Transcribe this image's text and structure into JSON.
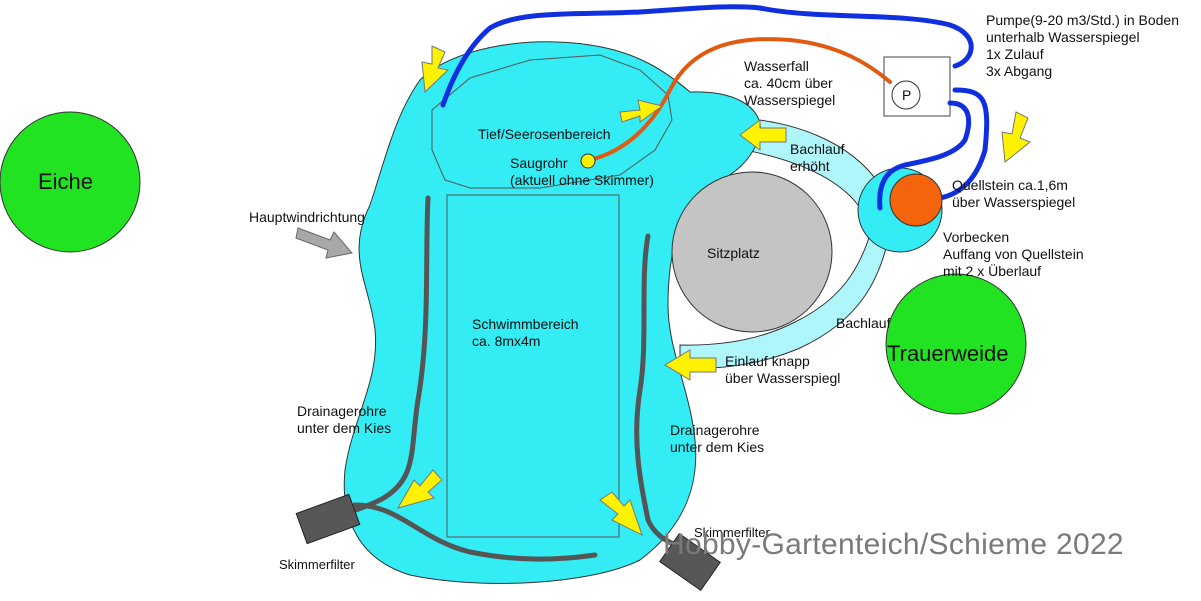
{
  "labels": {
    "eiche": "Eiche",
    "trauerweide": "Trauerweide",
    "sitzplatz": "Sitzplatz",
    "hauptwind": "Hauptwindrichtung",
    "pumpe": [
      "Pumpe(9-20 m3/Std.) in Boden",
      "unterhalb Wasserspiegel",
      "1x Zulauf",
      "3x Abgang"
    ],
    "pumpe_symbol": "P",
    "wasserfall": [
      "Wasserfall",
      "ca. 40cm über",
      "Wasserspiegel"
    ],
    "tiefbereich": "Tief/Seerosenbereich",
    "saugrohr": [
      "Saugrohr",
      "(aktuell ohne Skimmer)"
    ],
    "bachlauf_erhoeht": [
      "Bachlauf",
      "erhöht"
    ],
    "quellstein": [
      "Quellstein ca.1,6m",
      "über Wasserspiegel"
    ],
    "vorbecken": [
      "Vorbecken",
      "Auffang von Quellstein",
      "mit 2 x Überlauf"
    ],
    "bachlauf": "Bachlauf",
    "schwimmbereich": [
      "Schwimmbereich",
      "ca. 8mx4m"
    ],
    "einlauf": [
      "Einlauf knapp",
      "über Wasserspiegl"
    ],
    "drainage_left": [
      "Drainagerohre",
      "unter dem Kies"
    ],
    "drainage_right": [
      "Drainagerohre",
      "unter dem Kies"
    ],
    "skimmer_left": "Skimmerfilter",
    "skimmer_right": "Skimmerfilter"
  },
  "watermark": "Hobby-Gartenteich/Schieme 2022",
  "colors": {
    "pond": "#33ecf4",
    "stream": "#aef6fa",
    "tree": "#22e322",
    "sitzplatz": "#c4c4c4",
    "pipe_blue": "#1030e0",
    "pipe_orange": "#e05a10",
    "quellstein": "#f4640c",
    "arrow_yellow": "#fff200",
    "wind_arrow": "#a8a8a8",
    "drain": "#555555",
    "skimmer": "#575757"
  }
}
